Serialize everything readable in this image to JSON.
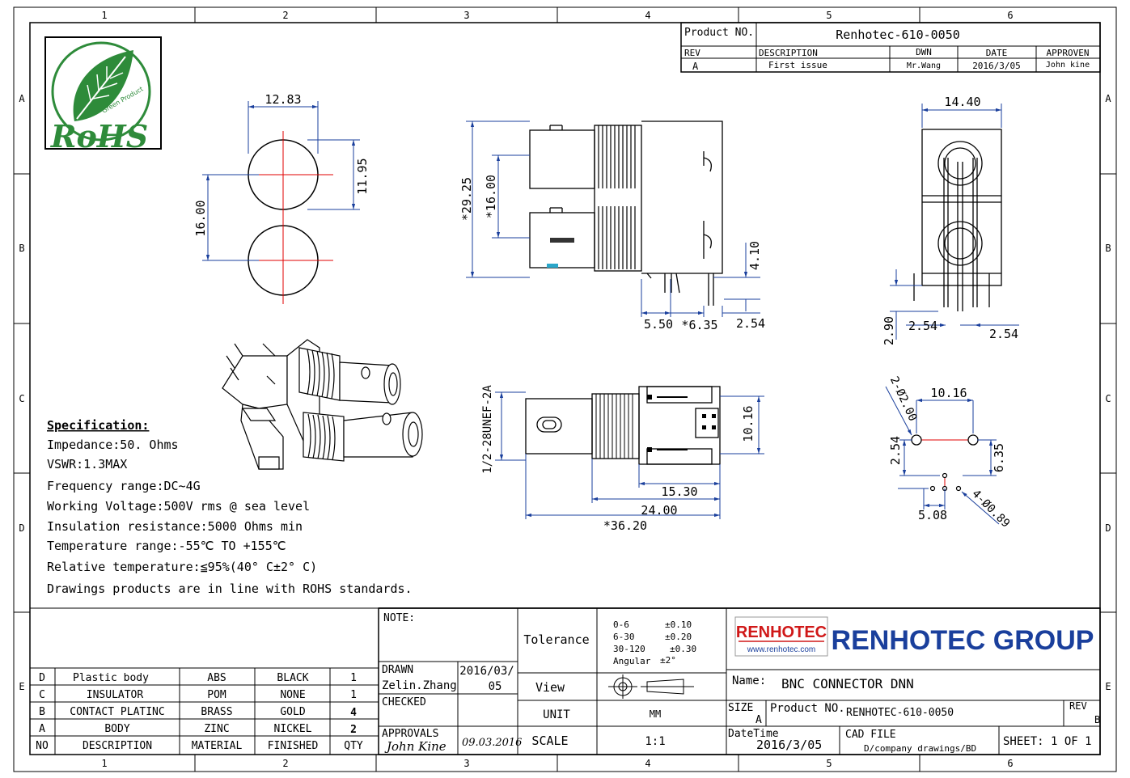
{
  "border": {
    "cols": [
      "1",
      "2",
      "3",
      "4",
      "5",
      "6"
    ],
    "rows": [
      "A",
      "B",
      "C",
      "D",
      "E"
    ]
  },
  "logo": {
    "text": "RoHS",
    "sub": "Green Product"
  },
  "header": {
    "product_no_label": "Product NO.",
    "product_no": "Renhotec-610-0050",
    "col_rev": "REV",
    "col_desc": "DESCRIPTION",
    "col_dwn": "DWN",
    "col_date": "DATE",
    "col_approven": "APPROVEN",
    "rev": "A",
    "desc": "First issue",
    "dwn": "Mr.Wang",
    "date": "2016/3/05",
    "approven": "John kine"
  },
  "dims": {
    "d12_83": "12.83",
    "d11_95": "11.95",
    "d16_00a": "16.00",
    "d29_25": "*29.25",
    "d16_00b": "*16.00",
    "d4_10": "4.10",
    "d5_50": "5.50",
    "d6_35a": "*6.35",
    "d2_54a": "2.54",
    "d14_40": "14.40",
    "d2_90": "2.90",
    "d2_54b": "2.54",
    "d2_54c": "2.54",
    "thread": "1/2-28UNEF-2A",
    "d10_16a": "10.16",
    "d15_30": "15.30",
    "d24_00": "24.00",
    "d36_20": "*36.20",
    "hole2": "2-Ø2.00",
    "d10_16b": "10.16",
    "d2_54d": "2.54",
    "d6_35b": "6.35",
    "d5_08": "5.08",
    "hole4": "4-Ø0.89"
  },
  "spec": {
    "title": "Specification:",
    "lines": [
      "Impedance:50. Ohms",
      "VSWR:1.3MAX",
      "Frequency range:DC~4G",
      "Working Voltage:500V rms @ sea level",
      "Insulation resistance:5000 Ohms min",
      "Temperature range:-55℃ TO +155℃",
      "Relative temperature:≦95%(40° C±2° C)",
      "Drawings products are in line with ROHS standards."
    ]
  },
  "bom": {
    "rows": [
      {
        "id": "D",
        "desc": "Plastic body",
        "mat": "ABS",
        "fin": "BLACK",
        "qty": "1"
      },
      {
        "id": "C",
        "desc": "INSULATOR",
        "mat": "POM",
        "fin": "NONE",
        "qty": "1"
      },
      {
        "id": "B",
        "desc": "CONTACT PLATINC",
        "mat": "BRASS",
        "fin": "GOLD",
        "qty": "4"
      },
      {
        "id": "A",
        "desc": "BODY",
        "mat": "ZINC",
        "fin": "NICKEL",
        "qty": "2"
      }
    ],
    "header": {
      "id": "NO",
      "desc": "DESCRIPTION",
      "mat": "MATERIAL",
      "fin": "FINISHED",
      "qty": "QTY"
    }
  },
  "title_block": {
    "note": "NOTE:",
    "drawn": "DRAWN",
    "drawn_name": "Zelin.Zhang",
    "drawn_date1": "2016/03/",
    "drawn_date2": "05",
    "checked": "CHECKED",
    "approvals": "APPROVALS",
    "approvals_sig": "John Kine",
    "approvals_date": "09.03.2016",
    "tolerance": "Tolerance",
    "tol_rows": [
      {
        "r": "0-6",
        "v": "±0.10"
      },
      {
        "r": "6-30",
        "v": "±0.20"
      },
      {
        "r": "30-120",
        "v": "±0.30"
      },
      {
        "r": "Angular",
        "v": "±2°"
      }
    ],
    "view": "View",
    "unit": "UNIT",
    "unit_val": "MM",
    "scale": "SCALE",
    "scale_val": "1:1",
    "brand": "RENHOTEC",
    "brand_url": "www.renhotec.com",
    "group": "RENHOTEC GROUP",
    "name_label": "Name:",
    "name": "BNC CONNECTOR DNN",
    "size_label": "SIZE",
    "size": "A",
    "prod_label": "Product NO.",
    "prod": "RENHOTEC-610-0050",
    "rev_label": "REV",
    "rev": "B",
    "datetime_label": "DateTime",
    "datetime": "2016/3/05",
    "cad_label": "CAD FILE",
    "cad": "D/company drawings/BD",
    "sheet": "SHEET: 1 OF 1"
  },
  "colors": {
    "red": "#e00000",
    "blue": "#1a3f9c",
    "rohs_green": "#2e8b3a",
    "brand_red": "#d01818"
  }
}
